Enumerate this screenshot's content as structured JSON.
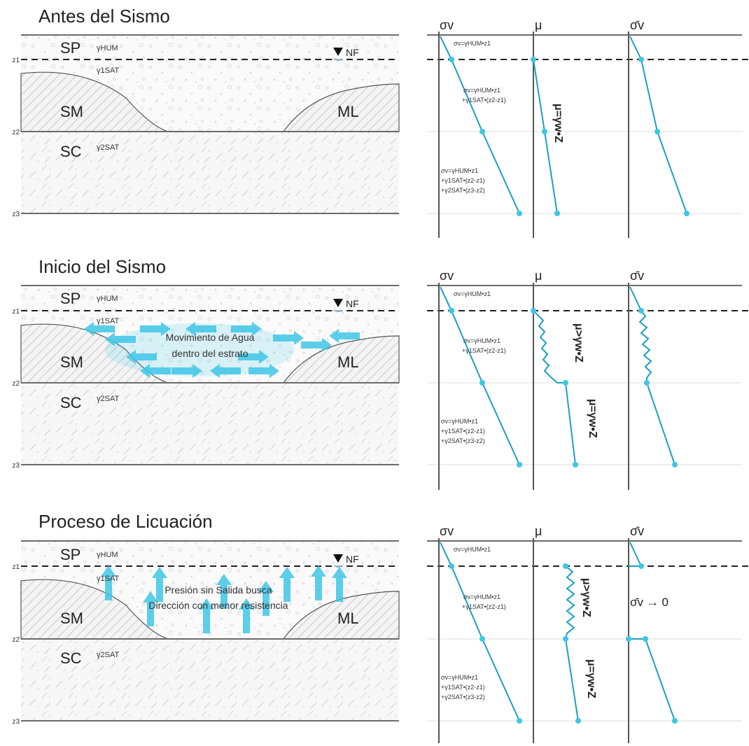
{
  "colors": {
    "line": "#6b6b6b",
    "dash": "#222222",
    "accent": "#3ec6e6",
    "accent_dark": "#1b9fc2",
    "hatch": "#c8c8c8",
    "speckle": "#cfcfcf"
  },
  "common": {
    "z1": "z1",
    "z2": "z2",
    "z3": "z3",
    "nf": "NF",
    "sp": "SP",
    "sm": "SM",
    "ml": "ML",
    "sc": "SC",
    "gamma_hum": "γHUM",
    "gamma_1sat": "γ1SAT",
    "gamma_2sat": "γ2SAT",
    "col_sigma": "σv",
    "col_mu": "μ",
    "col_sigma_eff": "σ̄v",
    "f1": "σv=γHUM•z1",
    "f2a": "σv=γHUM•z1",
    "f2b": "+γ1SAT•(z2-z1)",
    "f3a": "σv=γHUM•z1",
    "f3b": "+γ1SAT•(z2-z1)",
    "f3c": "+γ2SAT•(z3-z2)",
    "mu_eq": "μ=γw•Z",
    "mu_gt": "μ>γw•Z"
  },
  "panels": [
    {
      "title": "Antes del Sismo"
    },
    {
      "title": "Inicio del Sismo",
      "note_line1": "Movimiento de Agua",
      "note_line2": "dentro del estrato"
    },
    {
      "title": "Proceso de Licuación",
      "note_line1": "Presión sin Salida busca",
      "note_line2": "Dirección con menor resistencia",
      "sigma_zero": "σ̄v → 0"
    }
  ]
}
